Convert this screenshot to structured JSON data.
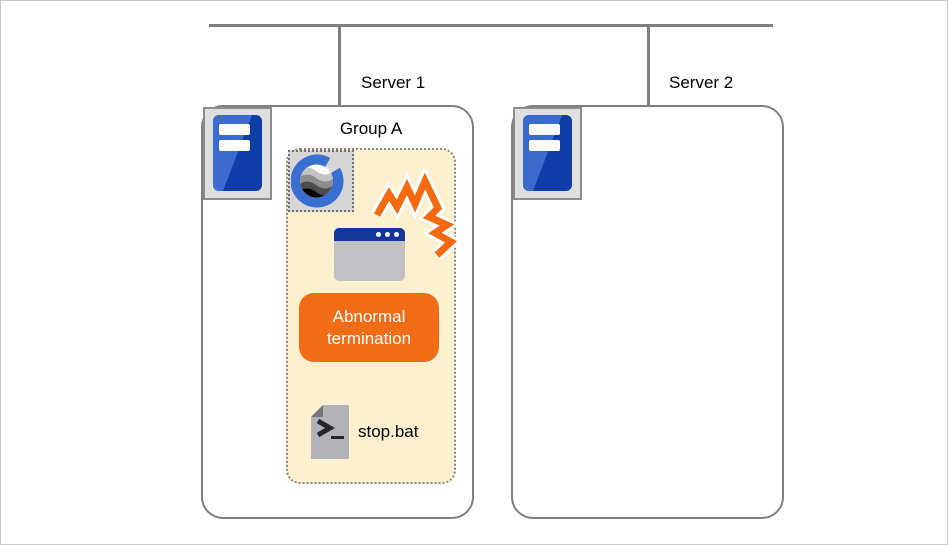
{
  "network": {
    "server1_label": "Server 1",
    "server2_label": "Server 2"
  },
  "server1": {
    "group": {
      "label": "Group A",
      "badge_text": "Abnormal termination",
      "script_name": "stop.bat"
    }
  },
  "server2": {},
  "icons": {
    "server1_tower": "server-tower-icon",
    "server2_tower": "server-tower-icon",
    "cluster_logo": "cluster-g-logo-icon",
    "app_window": "application-window-icon",
    "crash": "crash-burst-icon",
    "batch_file": "terminal-script-file-icon"
  },
  "colors": {
    "line_gray": "#7f7f7f",
    "box_border": "#7f7f7f",
    "group_fill": "#fcf0cf",
    "group_border": "#8a8a8a",
    "accent_orange": "#f26b16",
    "burst_orange": "#f5690f",
    "window_titlebar_blue": "#14379b",
    "server_blue_light": "#3b6bce",
    "server_blue_dark": "#0f3ea8",
    "logo_blue": "#3a6fd2"
  }
}
